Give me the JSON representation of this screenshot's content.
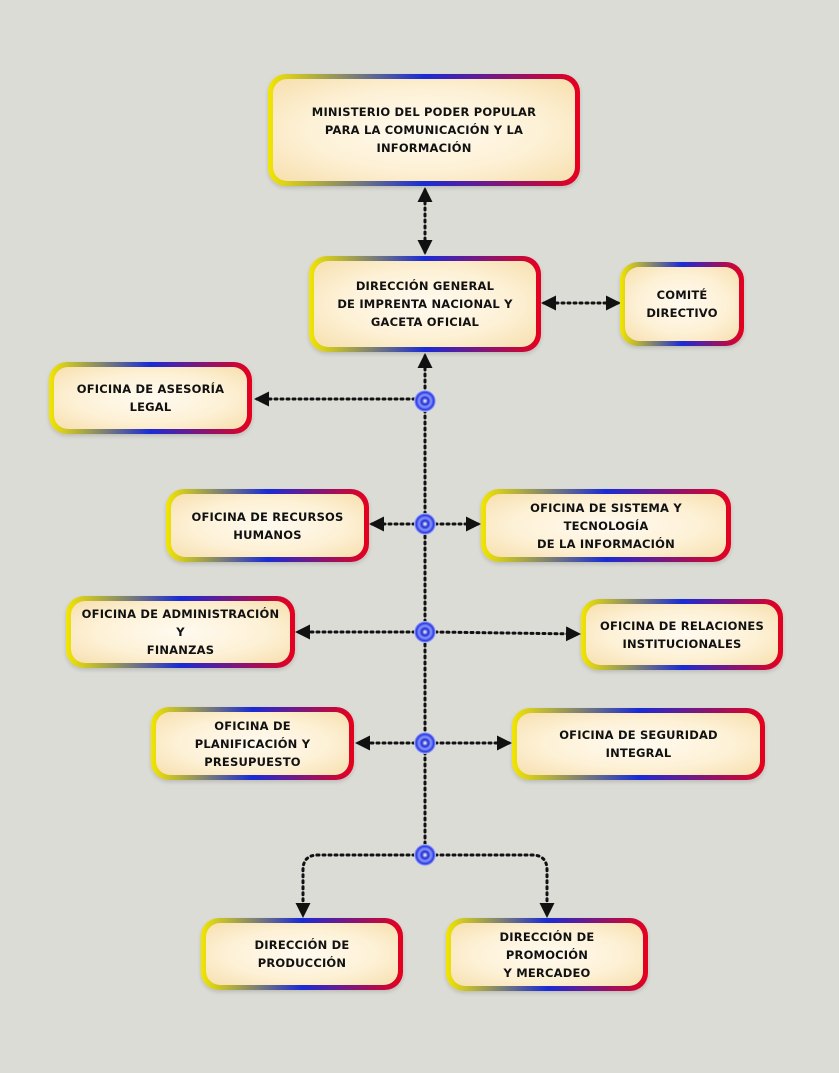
{
  "nodes": {
    "ministerio": "MINISTERIO DEL PODER POPULAR PARA LA COMUNICACIÓN Y LA INFORMACIÓN",
    "direccion_general": "DIRECCIÓN GENERAL\nDE IMPRENTA NACIONAL Y\nGACETA OFICIAL",
    "comite": "COMITÉ\nDIRECTIVO",
    "asesoria_legal": "OFICINA DE ASESORÍA LEGAL",
    "recursos_humanos": "OFICINA DE RECURSOS\nHUMANOS",
    "sistema_tecnologia": "OFICINA DE SISTEMA Y TECNOLOGÍA\nDE LA INFORMACIÓN",
    "administracion": "OFICINA DE ADMINISTRACIÓN Y\nFINANZAS",
    "relaciones": "OFICINA DE RELACIONES\nINSTITUCIONALES",
    "planificacion": "OFICINA DE PLANIFICACIÓN Y\nPRESUPUESTO",
    "seguridad": "OFICINA DE SEGURIDAD INTEGRAL",
    "produccion": "DIRECCIÓN DE PRODUCCIÓN",
    "promocion": "DIRECCIÓN DE PROMOCIÓN\nY MERCADEO"
  },
  "colors": {
    "border_gradient": [
      "#f2e600",
      "#1a2bd6",
      "#e8001c"
    ],
    "connector": "#111111",
    "junction": "#2a3be0"
  }
}
